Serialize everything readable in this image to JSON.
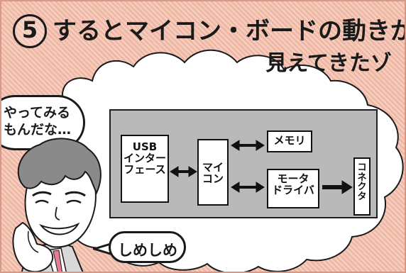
{
  "title": {
    "number": "5",
    "line1": "するとマイコン・ボードの動きが",
    "line2": "見えてきたゾ"
  },
  "diagram": {
    "blocks": {
      "usb": "USB\nインター\nフェース",
      "mcu": "マイコン",
      "memory": "メモリ",
      "motor_driver": "モータ\nドライバ",
      "connector": "コネクタ"
    }
  },
  "speech": {
    "yatte": "やってみる\nもんだな…",
    "shime": "しめしめ"
  },
  "colors": {
    "background": "#f0b8a4",
    "cloud": "#ffffff",
    "diagram_bg": "#b9b9b9"
  }
}
